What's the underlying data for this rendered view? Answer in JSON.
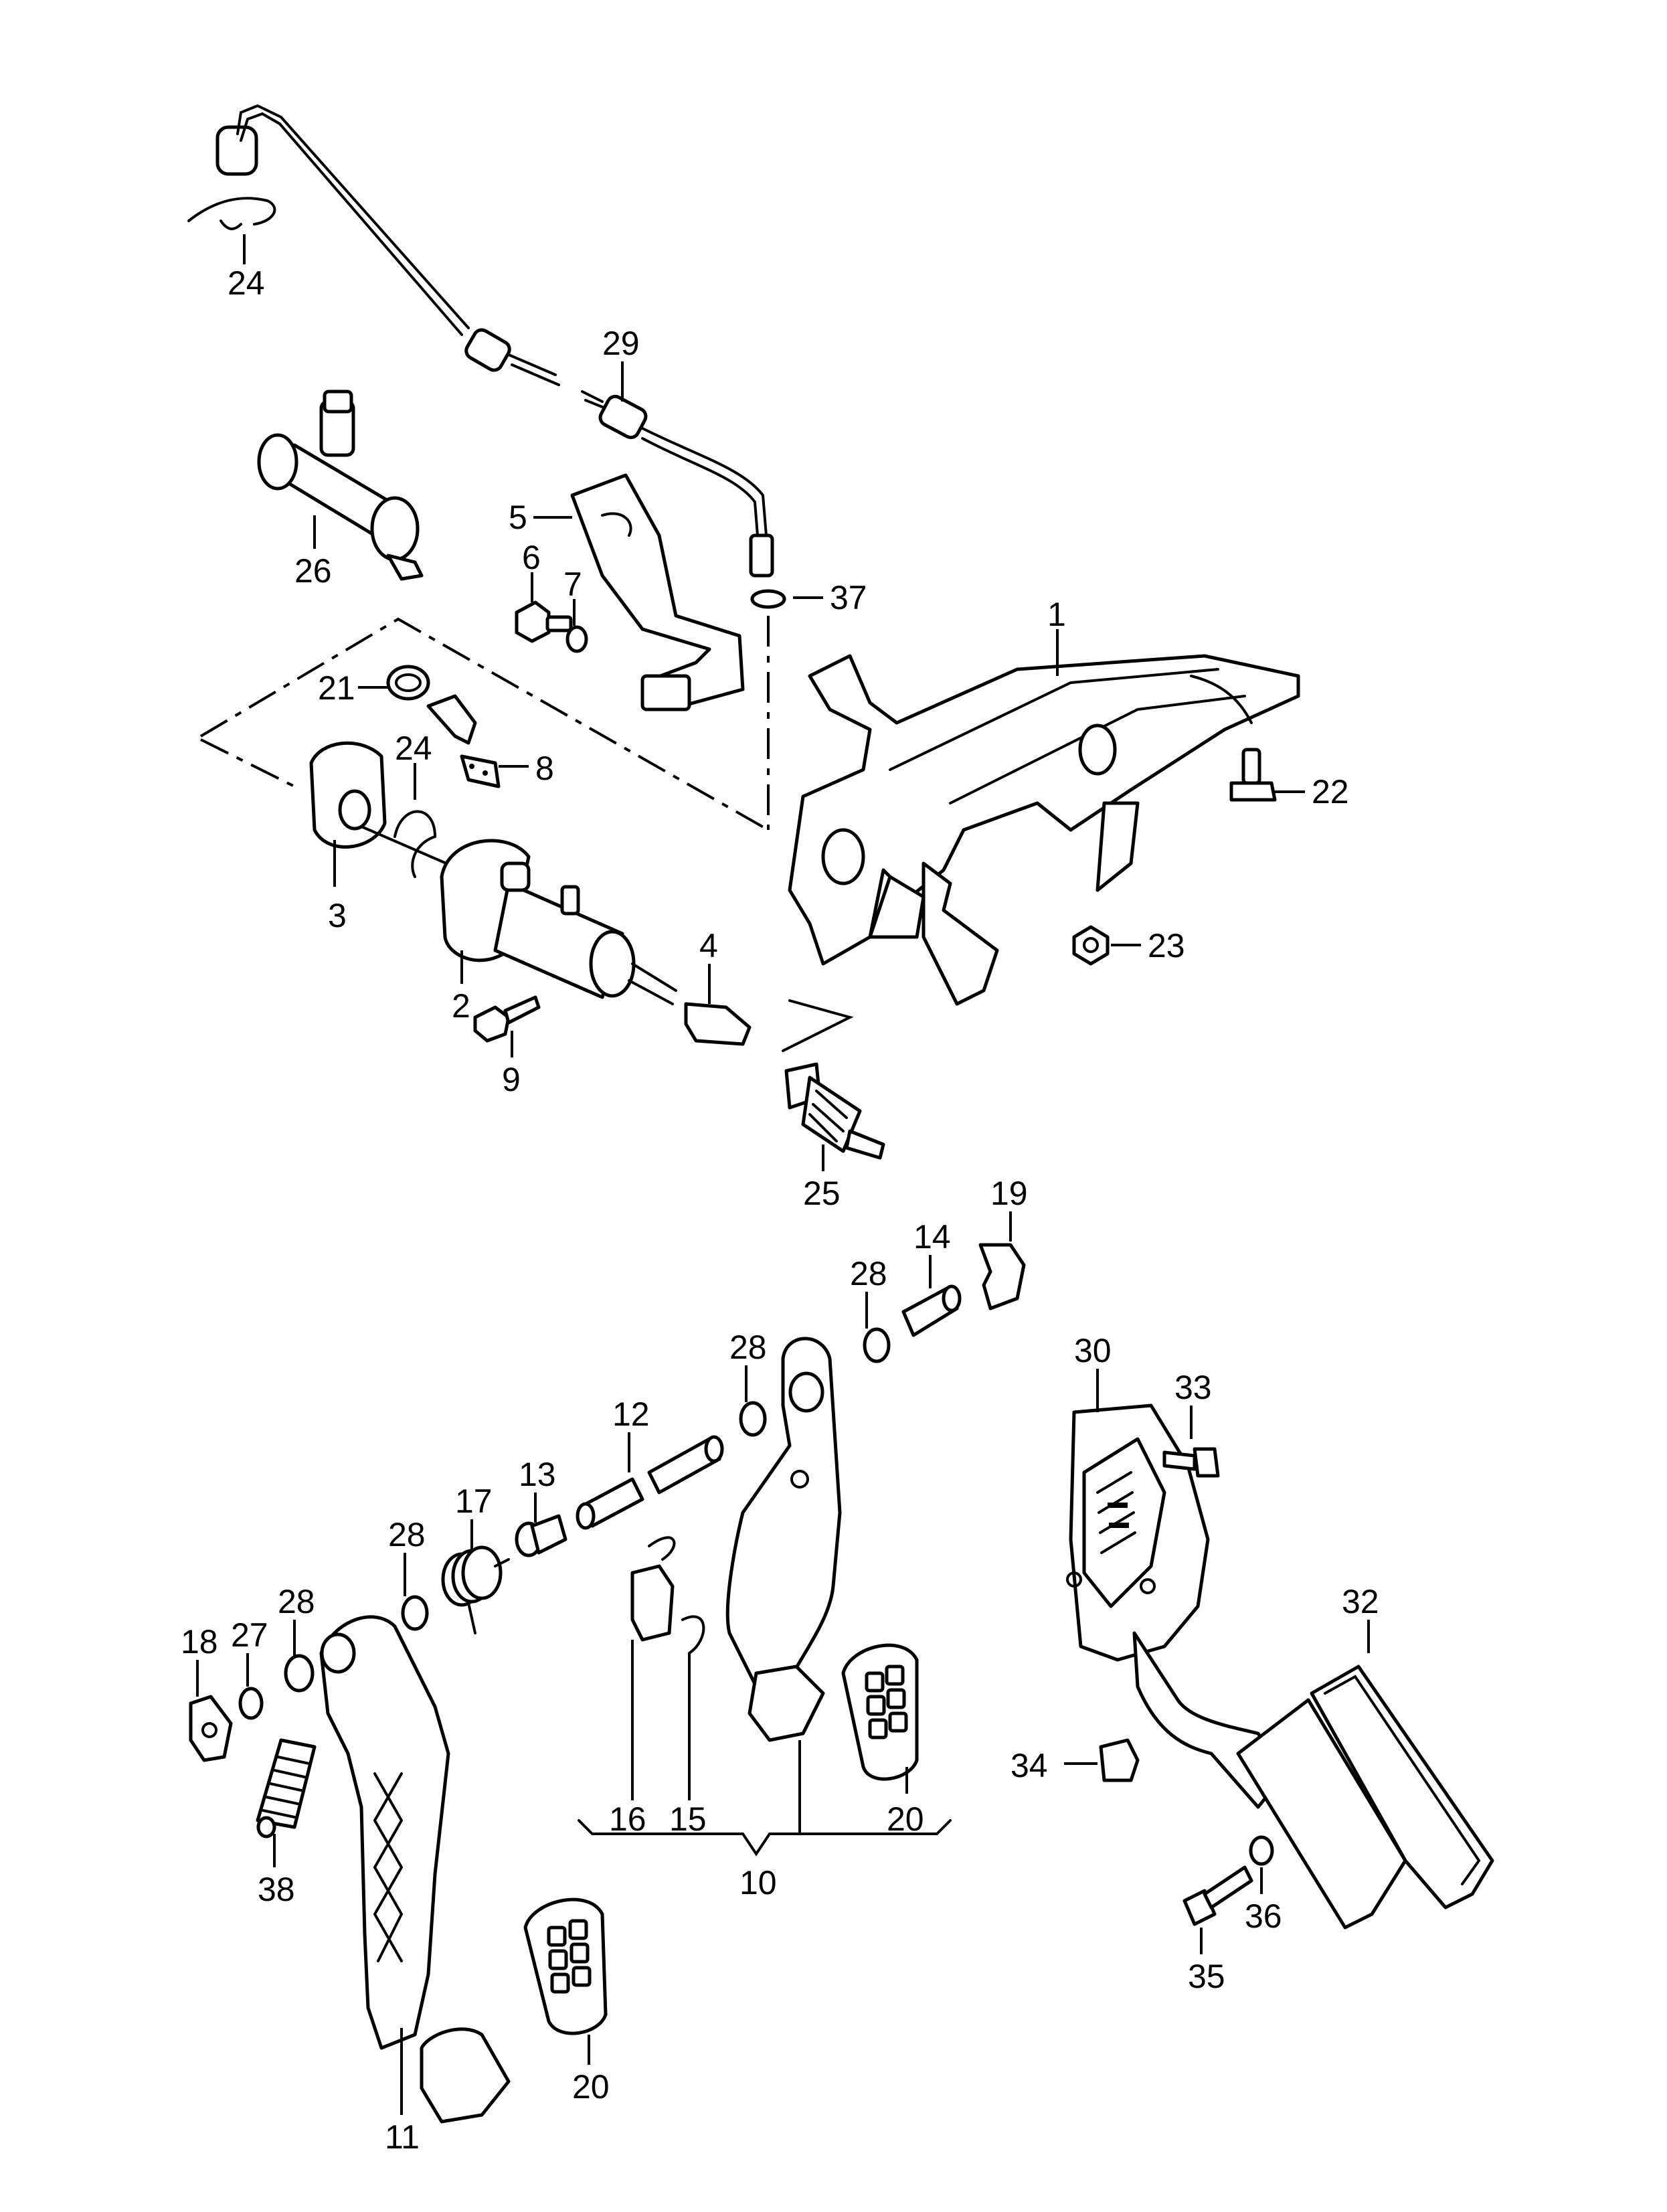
{
  "callouts": {
    "c24a": "24",
    "c29": "29",
    "c26": "26",
    "c5": "5",
    "c6": "6",
    "c7": "7",
    "c37": "37",
    "c1": "1",
    "c21": "21",
    "c24b": "24",
    "c8": "8",
    "c22": "22",
    "c3": "3",
    "c2": "2",
    "c4": "4",
    "c23": "23",
    "c9": "9",
    "c25": "25",
    "c19": "19",
    "c14": "14",
    "c28a": "28",
    "c28b": "28",
    "c30": "30",
    "c33": "33",
    "c12": "12",
    "c13": "13",
    "c17": "17",
    "c28c": "28",
    "c18": "18",
    "c27": "27",
    "c28d": "28",
    "c32": "32",
    "c16": "16",
    "c15": "15",
    "c20a": "20",
    "c10": "10",
    "c34": "34",
    "c38": "38",
    "c36": "36",
    "c35": "35",
    "c11": "11",
    "c20b": "20"
  }
}
